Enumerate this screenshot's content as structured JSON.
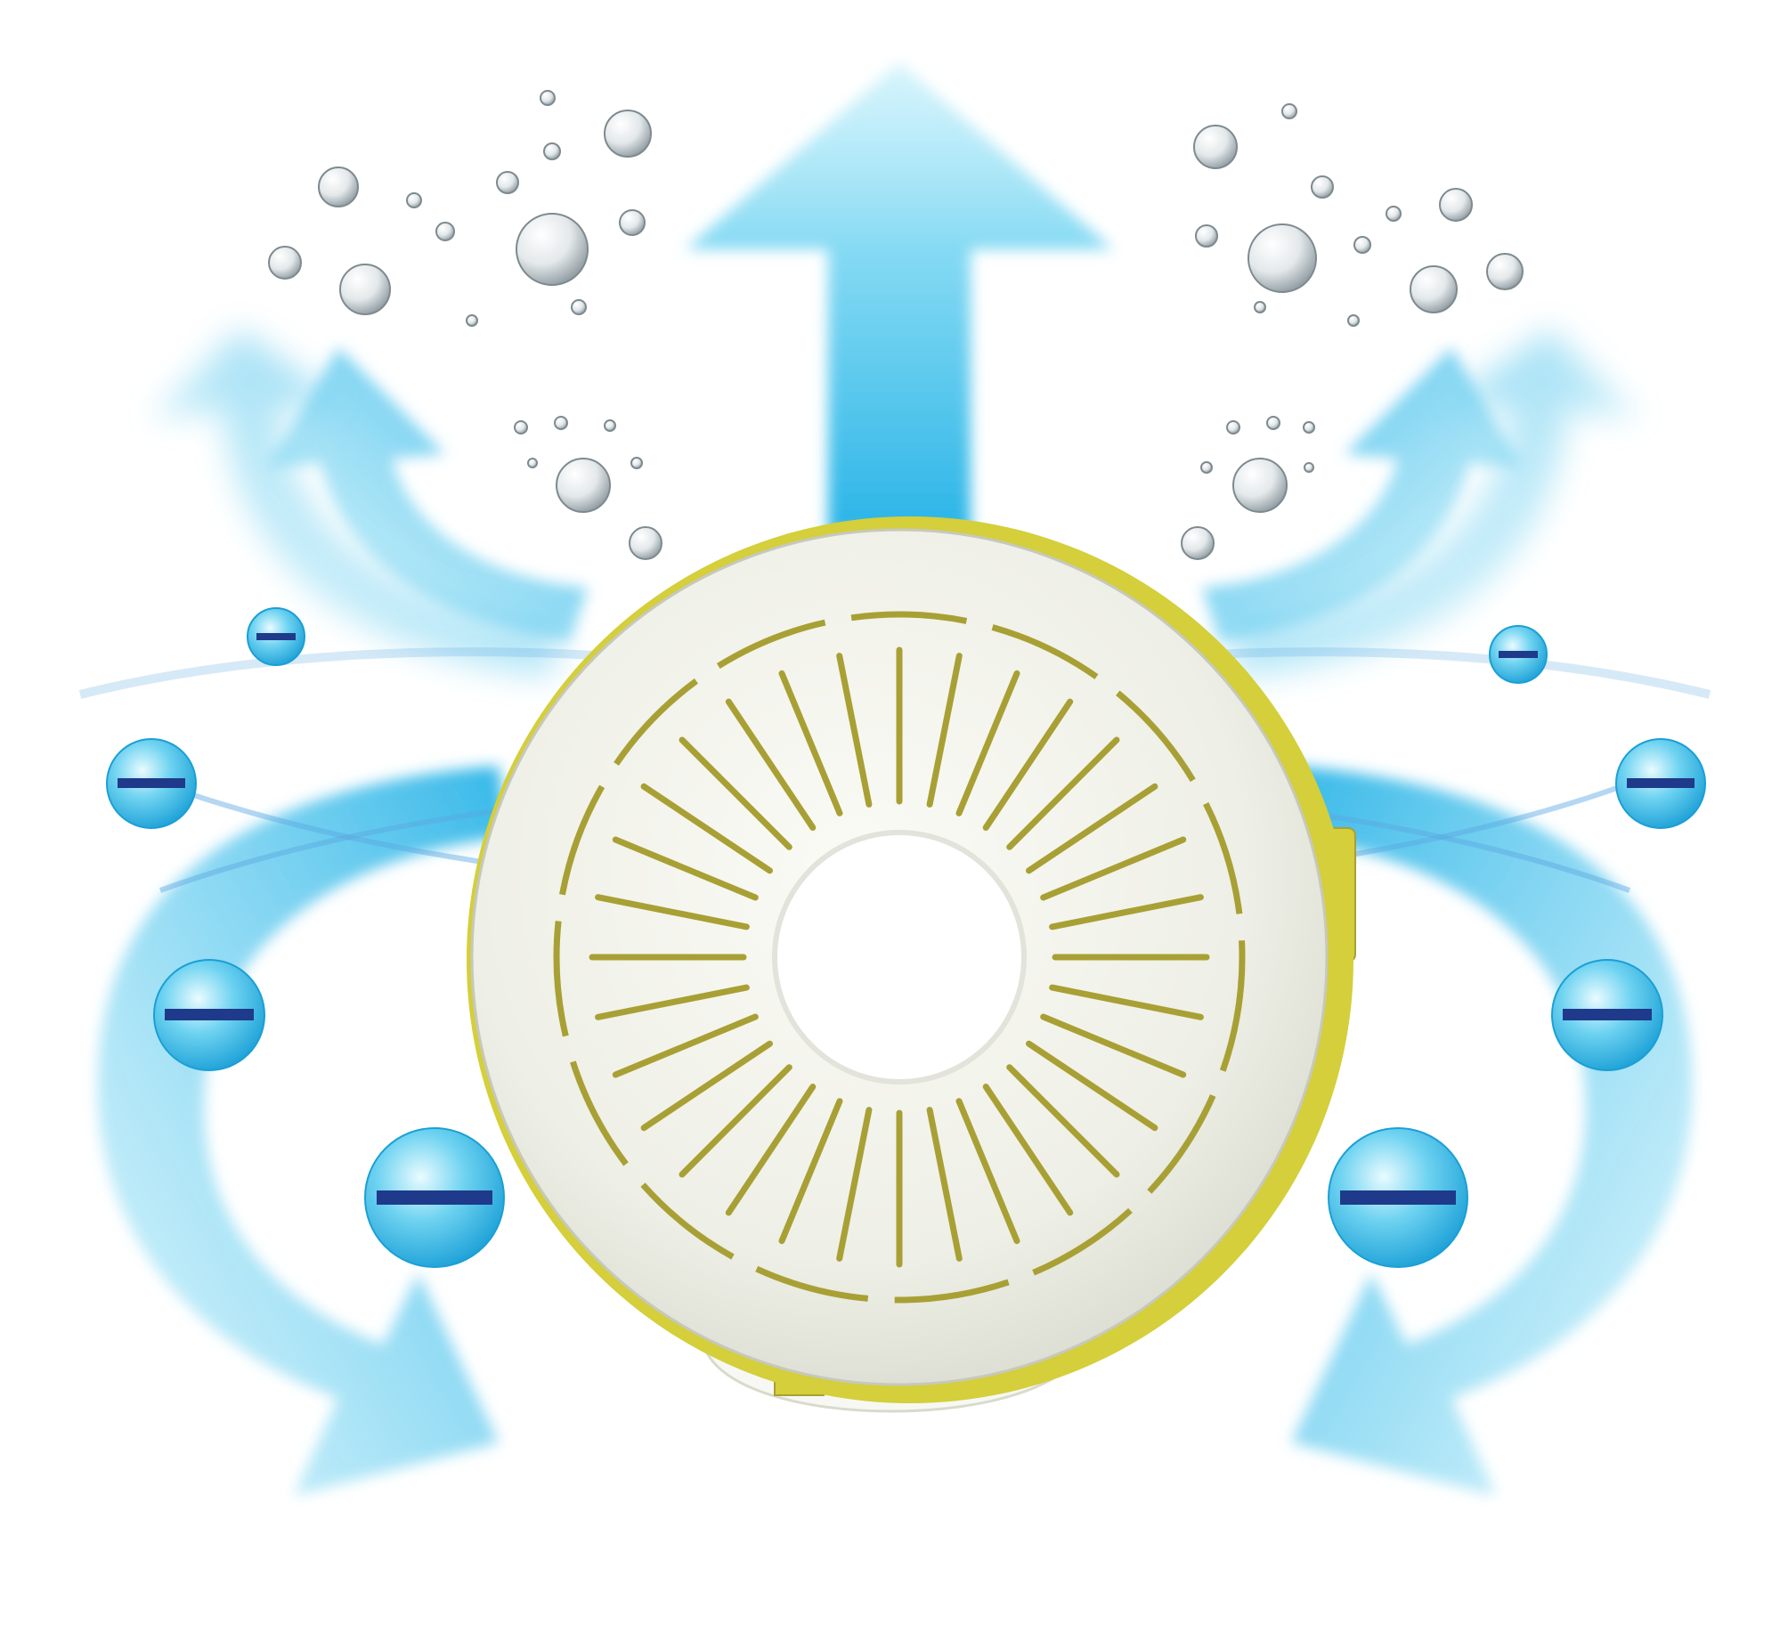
{
  "scene": {
    "subject": "ionizer-device-icon",
    "colors": {
      "background": "#ffffff",
      "airflow_light": "#bdeefa",
      "airflow_mid": "#6fd3f1",
      "airflow_deep": "#1fb0e6",
      "ion_sphere": "#37bfe9",
      "ion_minus_bar": "#1f3a8a",
      "device_body": "#eeefe6",
      "device_rim": "#d4cf3a",
      "slot_color": "#a8a034",
      "bubble": "#cfd6da"
    },
    "negative_ion_count": 8,
    "arrow_count": 5,
    "grille_slot_count": 32
  }
}
